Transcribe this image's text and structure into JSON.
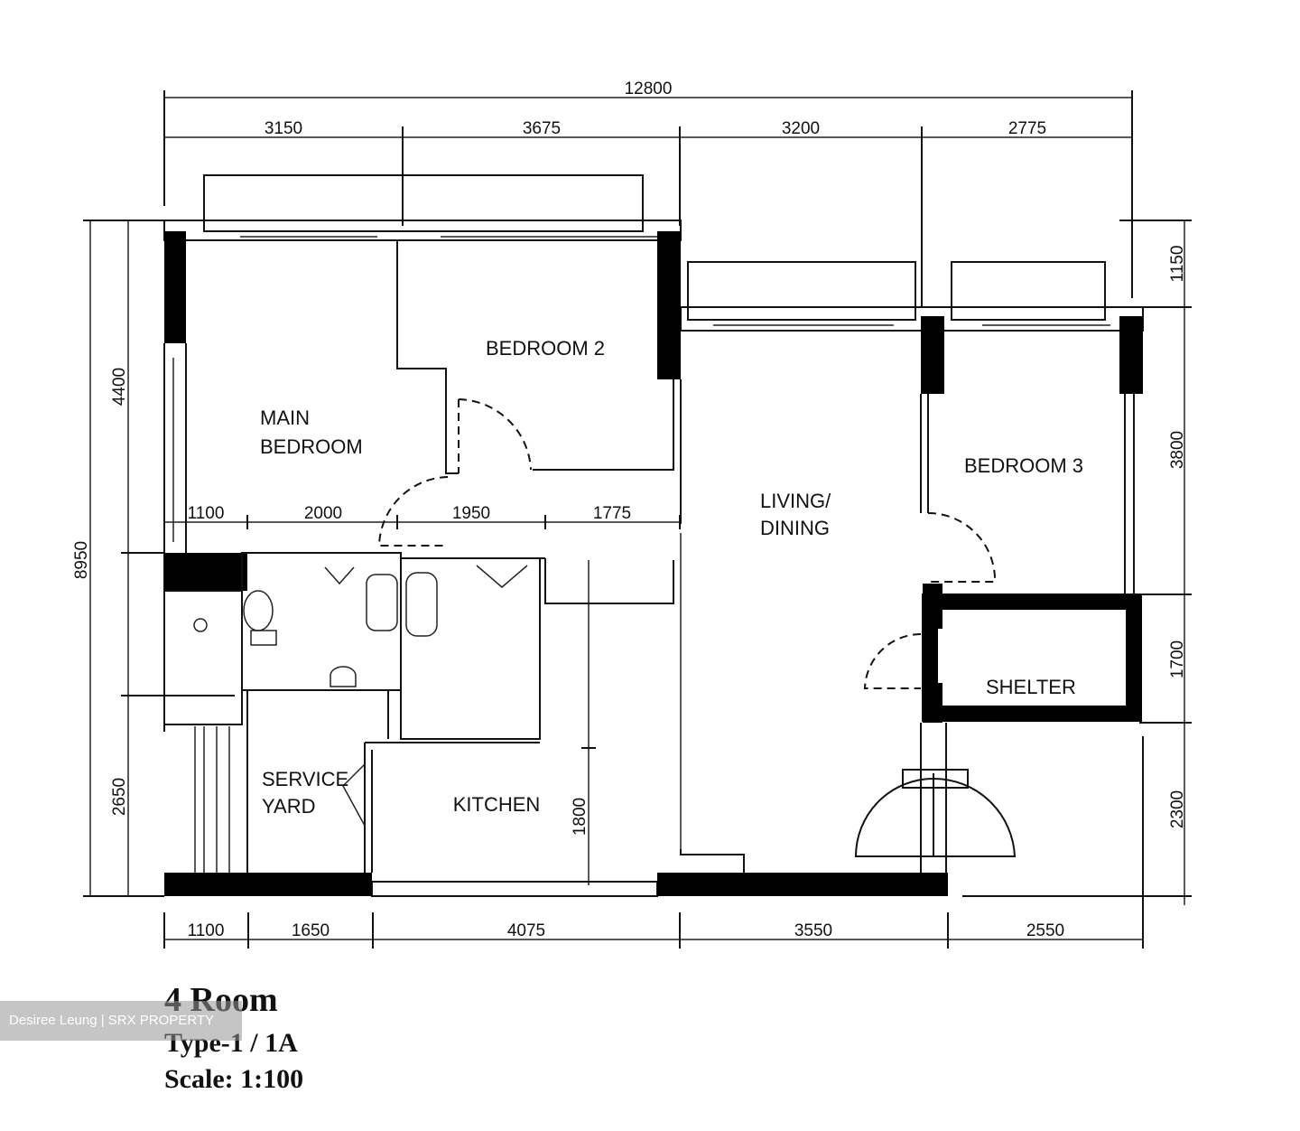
{
  "rooms": {
    "bedroom2": "BEDROOM 2",
    "main_line1": "MAIN",
    "main_line2": "BEDROOM",
    "living_line1": "LIVING/",
    "living_line2": "DINING",
    "bedroom3": "BEDROOM 3",
    "service_line1": "SERVICE",
    "service_line2": "YARD",
    "kitchen": "KITCHEN",
    "shelter_line1": "SHELTER"
  },
  "dimensions": {
    "total_width": "12800",
    "top": [
      "3150",
      "3675",
      "3200",
      "2775"
    ],
    "mid": [
      "1100",
      "2000",
      "1950",
      "1775"
    ],
    "bottom": [
      "1100",
      "1650",
      "4075",
      "3550",
      "2550"
    ],
    "left_total": "8950",
    "left": [
      "4400",
      "2650"
    ],
    "right": [
      "1150",
      "3800",
      "1700",
      "2300"
    ],
    "kitchen_depth": "1800"
  },
  "caption": {
    "title": "4 Room",
    "type": "Type-1 / 1A",
    "scale": "Scale: 1:100"
  },
  "watermark": "Desiree Leung | SRX PROPERTY"
}
